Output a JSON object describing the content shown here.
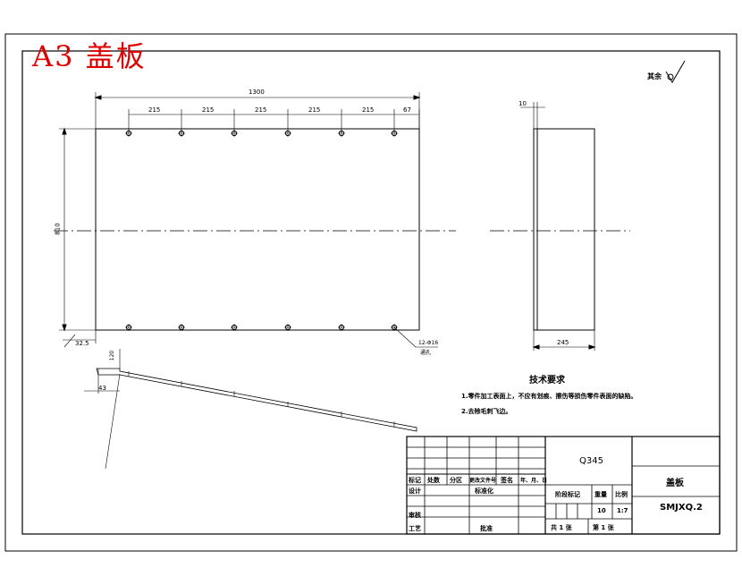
{
  "sheet_title": "A3 盖板",
  "roughness_label": "其余",
  "dimensions": {
    "overall_width": "1300",
    "spacings": [
      "215",
      "215",
      "215",
      "215",
      "215"
    ],
    "end_offset": "67",
    "height": "810",
    "edge_offset": "32.5",
    "thickness": "10",
    "depth": "245",
    "hole_spec": "12-Φ16",
    "hole_note": "通孔",
    "side_bend": "120",
    "side_flange": "43"
  },
  "tech_requirements": {
    "heading": "技术要求",
    "items": [
      "1.零件加工表面上，不应有划痕、擦伤等损伤零件表面的缺陷。",
      "2.去除毛刺飞边。"
    ]
  },
  "title_block": {
    "material": "Q345",
    "part_name": "盖板",
    "drawing_no": "SMJXQ.2",
    "rev_headers": [
      "标记",
      "处数",
      "分区",
      "更改文件号",
      "签名",
      "年、月、日"
    ],
    "design": "设计",
    "standardization": "标准化",
    "review": "审核",
    "process": "工艺",
    "approve": "批准",
    "stage_mark": "阶段标记",
    "weight": "重量",
    "scale": "比例",
    "weight_value": "10",
    "scale_value": "1:7",
    "sheets_total": "共 1 张",
    "sheet_no": "第 1 张"
  }
}
